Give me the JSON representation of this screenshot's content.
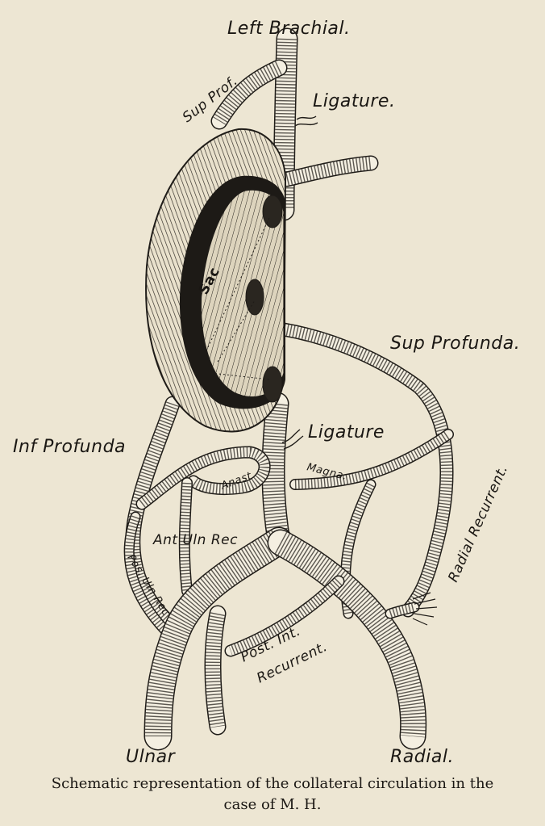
{
  "labels": {
    "left_brachial": "Left Brachial.",
    "sup_prof_top": "Sup Prof.",
    "ligature_top": "Ligature.",
    "sac": "Sac",
    "sup_profunda": "Sup Profunda.",
    "inf_profunda": "Inf Profunda",
    "ligature_mid": "Ligature",
    "anast": "Anast",
    "magna": "Magna.",
    "radial_recurrent": "Radial Recurrent.",
    "ant_uln_rec": "Ant Uln Rec",
    "pos_uln_rec": "Pos. Uln Rec",
    "post_int": "Post. Int.",
    "recurrent": "Recurrent.",
    "ulnar": "Ulnar",
    "radial": "Radial."
  },
  "caption": {
    "line1": "Schematic representation of the collateral circulation in the",
    "line2": "case of M. H."
  }
}
